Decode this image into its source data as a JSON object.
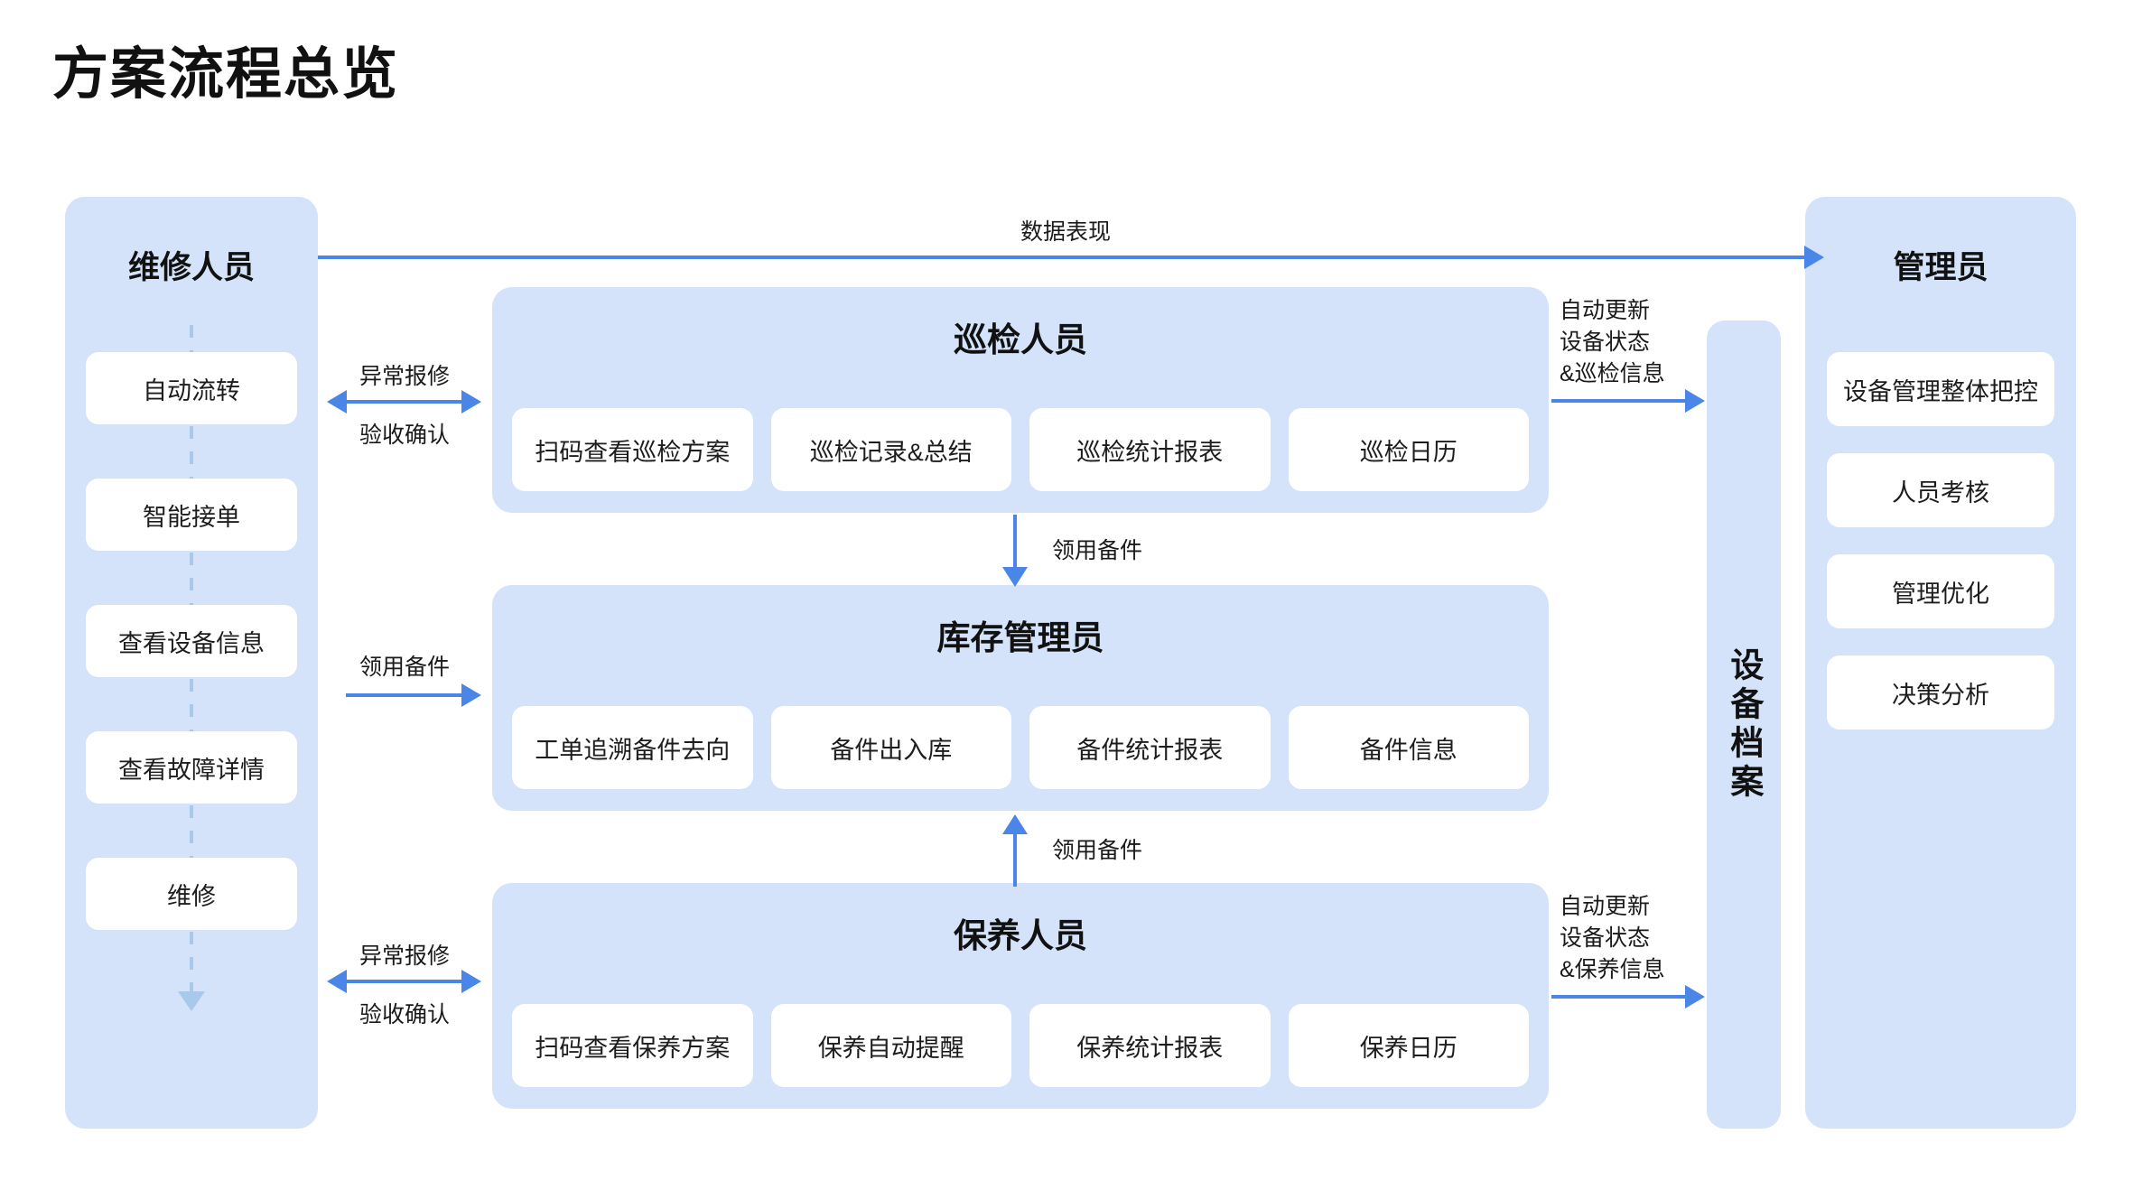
{
  "title": "方案流程总览",
  "colors": {
    "panel_bg": "#d4e3fa",
    "card_bg": "#ffffff",
    "arrow": "#4a86e8",
    "dashed": "#a8c8ec",
    "text": "#1a1a1a"
  },
  "left_role": {
    "title": "维修人员",
    "items": [
      {
        "label": "自动流转"
      },
      {
        "label": "智能接单"
      },
      {
        "label": "查看设备信息"
      },
      {
        "label": "查看故障详情"
      },
      {
        "label": "维修"
      }
    ]
  },
  "right_role": {
    "title": "管理员",
    "items": [
      {
        "label": "设备管理整体把控"
      },
      {
        "label": "人员考核"
      },
      {
        "label": "管理优化"
      },
      {
        "label": "决策分析"
      }
    ]
  },
  "archive": {
    "label": "设备档案"
  },
  "mid_roles": [
    {
      "key": "inspect",
      "title": "巡检人员",
      "items": [
        "扫码查看巡检方案",
        "巡检记录&总结",
        "巡检统计报表",
        "巡检日历"
      ]
    },
    {
      "key": "stock",
      "title": "库存管理员",
      "items": [
        "工单追溯备件去向",
        "备件出入库",
        "备件统计报表",
        "备件信息"
      ]
    },
    {
      "key": "maintain",
      "title": "保养人员",
      "items": [
        "扫码查看保养方案",
        "保养自动提醒",
        "保养统计报表",
        "保养日历"
      ]
    }
  ],
  "edges": {
    "top_data": "数据表现",
    "repair_inspect_out": "异常报修",
    "repair_inspect_in": "验收确认",
    "repair_stock": "领用备件",
    "repair_maintain_out": "异常报修",
    "repair_maintain_in": "验收确认",
    "inspect_to_stock": "领用备件",
    "maintain_to_stock": "领用备件",
    "inspect_archive_l1": "自动更新",
    "inspect_archive_l2": "设备状态",
    "inspect_archive_l3": "&巡检信息",
    "maintain_archive_l1": "自动更新",
    "maintain_archive_l2": "设备状态",
    "maintain_archive_l3": "&保养信息"
  }
}
